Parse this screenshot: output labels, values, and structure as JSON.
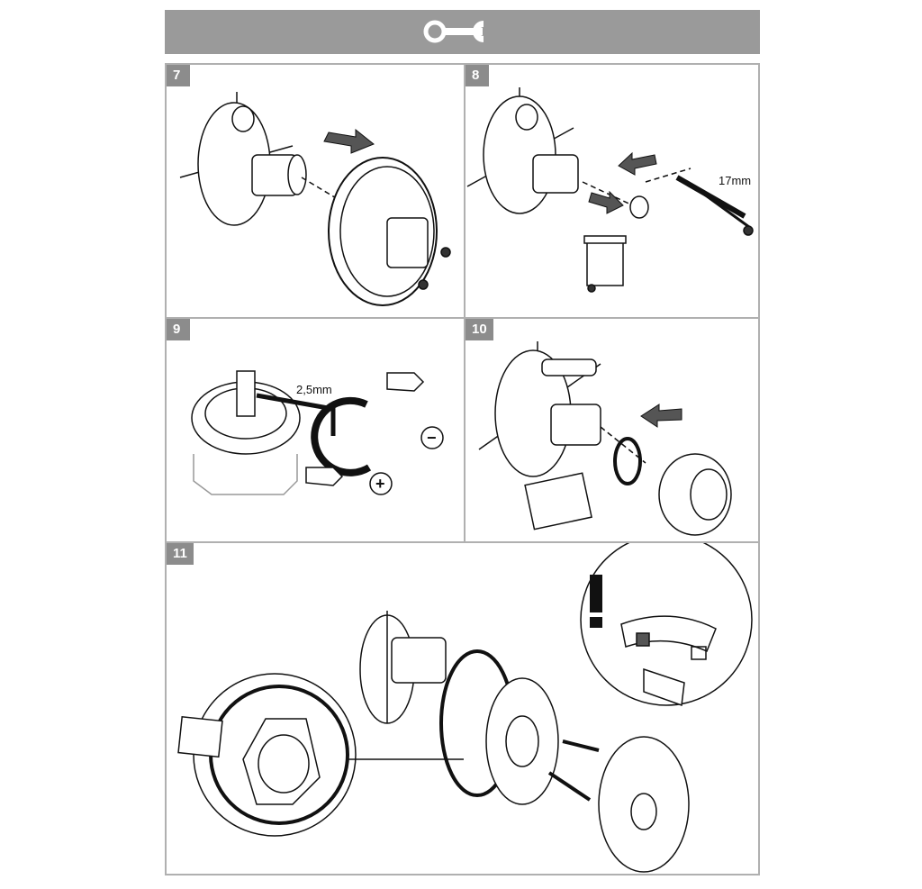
{
  "header": {
    "icon": "wrench-icon"
  },
  "steps": [
    {
      "number": "7"
    },
    {
      "number": "8",
      "size_label": "17mm"
    },
    {
      "number": "9",
      "size_label": "2,5mm"
    },
    {
      "number": "10"
    },
    {
      "number": "11"
    }
  ],
  "symbols": {
    "minus": "−",
    "plus": "+",
    "warning": "!"
  },
  "colors": {
    "header_bg": "#9a9a9a",
    "badge_bg": "#8c8c8c",
    "panel_border": "#b0b0b0",
    "line": "#111111"
  }
}
